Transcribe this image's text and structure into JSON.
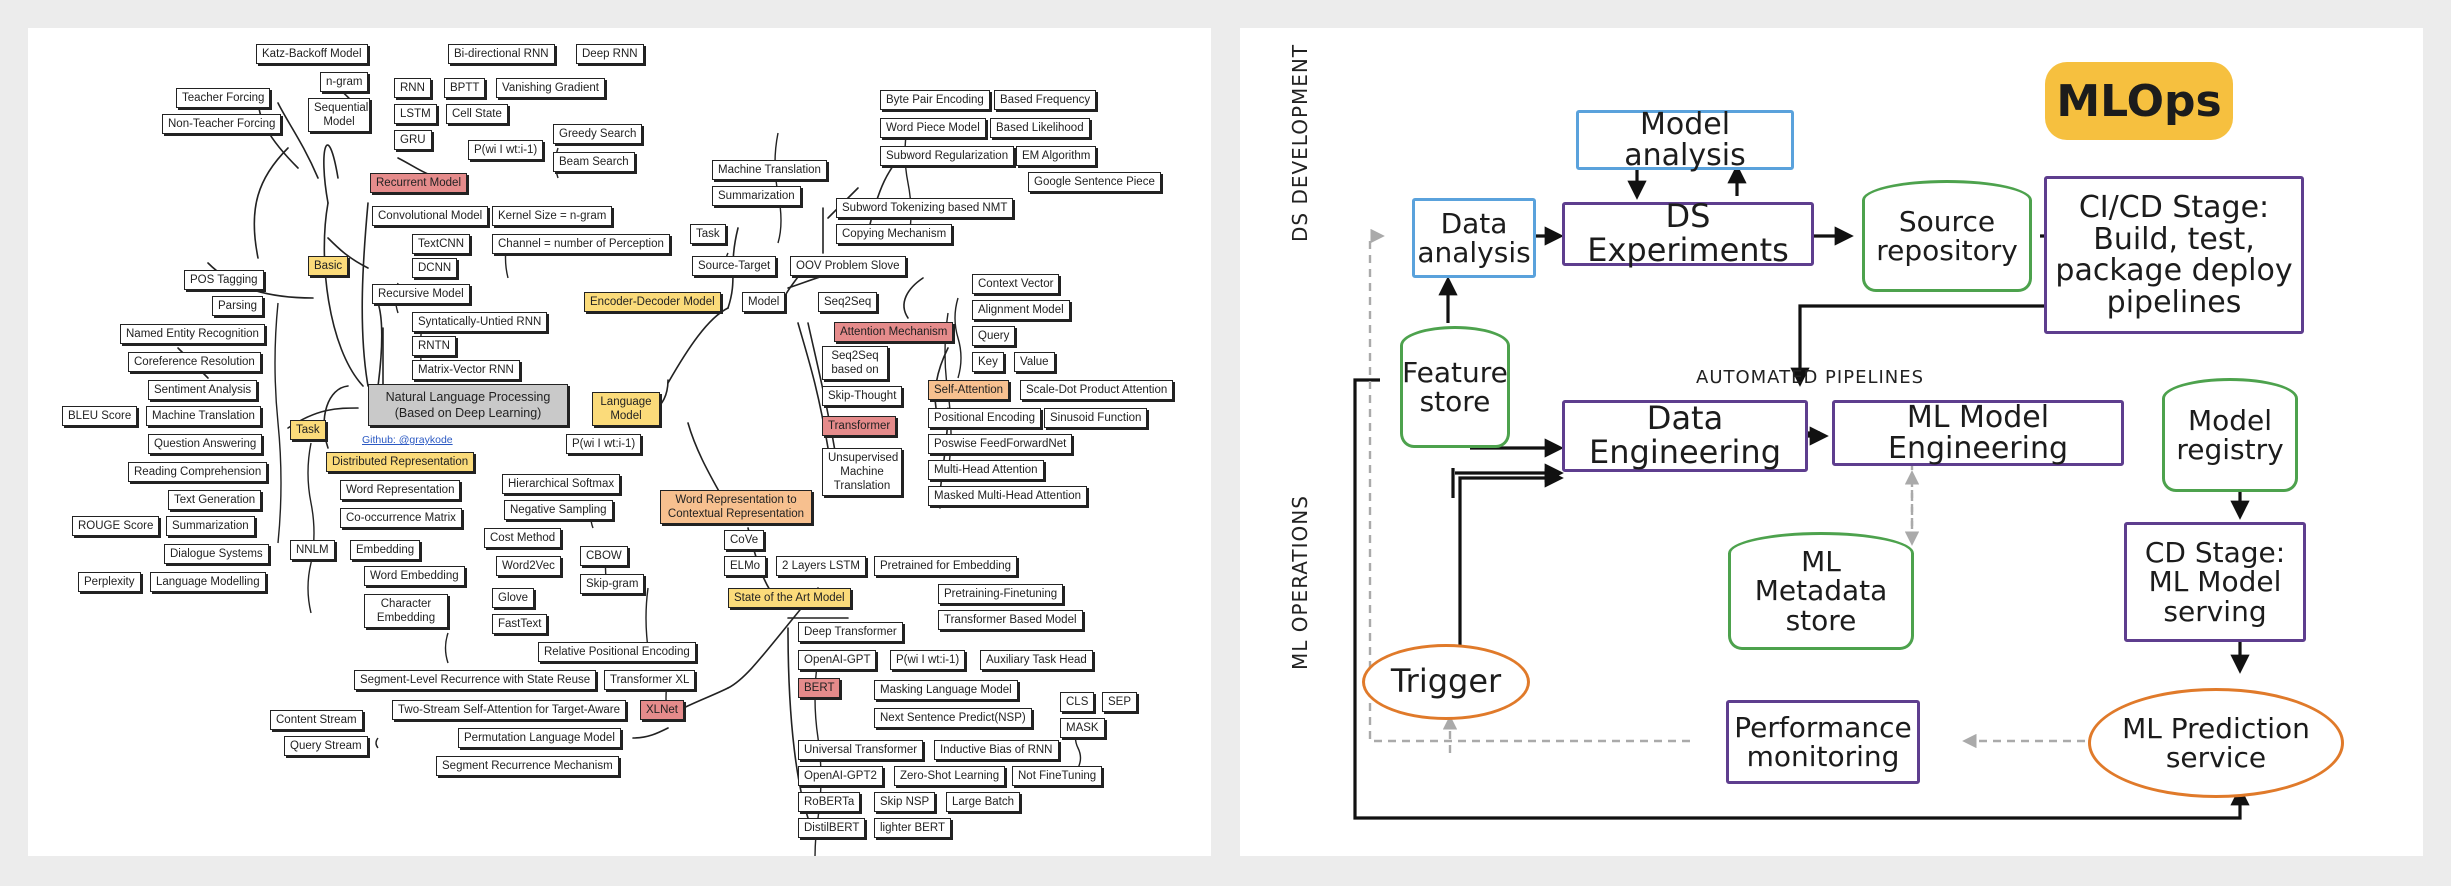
{
  "left": {
    "nodes": {
      "katz": "Katz-Backoff Model",
      "birnn": "Bi-directional RNN",
      "deeprnn": "Deep RNN",
      "ngram": "n-gram",
      "rnn": "RNN",
      "bptt": "BPTT",
      "vanish": "Vanishing Gradient",
      "teacher": "Teacher Forcing",
      "seqmodel": "Sequential Model",
      "lstm": "LSTM",
      "cellstate": "Cell State",
      "nonteacher": "Non-Teacher Forcing",
      "gru": "GRU",
      "pw": "P(wi I wt:i-1)",
      "greedy": "Greedy Search",
      "beam": "Beam Search",
      "recurrent": "Recurrent Model",
      "conv": "Convolutional Model",
      "kernel": "Kernel Size = n-gram",
      "textcnn": "TextCNN",
      "channel": "Channel = number of Perception",
      "dcnn": "DCNN",
      "basic": "Basic",
      "recursive": "Recursive Model",
      "sutrnn": "Syntatically-Untied RNN",
      "rntn": "RNTN",
      "mvrnn": "Matrix-Vector RNN",
      "pos": "POS Tagging",
      "parsing": "Parsing",
      "ner": "Named Entity Recognition",
      "coref": "Coreference Resolution",
      "sentiment": "Sentiment Analysis",
      "bleu": "BLEU Score",
      "mt": "Machine Translation",
      "qa": "Question Answering",
      "reading": "Reading Comprehension",
      "textgen": "Text Generation",
      "rouge": "ROUGE Score",
      "summ": "Summarization",
      "dialogue": "Dialogue Systems",
      "perplexity": "Perplexity",
      "lm": "Language Modelling",
      "task_left": "Task",
      "nlp": "Natural Language Processing (Based on Deep Learning)",
      "distrep": "Distributed Representation",
      "wordrep": "Word Representation",
      "cooc": "Co-occurrence Matrix",
      "nnlm": "NNLM",
      "embedding": "Embedding",
      "wordembedding": "Word Embedding",
      "charembedding": "Character Embedding",
      "hsoftmax": "Hierarchical Softmax",
      "negsampling": "Negative Sampling",
      "costmethod": "Cost Method",
      "word2vec": "Word2Vec",
      "cbow": "CBOW",
      "skipgram": "Skip-gram",
      "glove": "Glove",
      "fasttext": "FastText",
      "langmodel": "Language Model",
      "pw2": "P(wi I wt:i-1)",
      "encdec": "Encoder-Decoder Model",
      "model": "Model",
      "task_mid": "Task",
      "machtrans": "Machine Translation",
      "summ2": "Summarization",
      "srctgt": "Source-Target",
      "oov": "OOV Problem Slove",
      "bpe": "Byte Pair Encoding",
      "basedfreq": "Based Frequency",
      "wordpiece": "Word Piece Model",
      "basedlike": "Based Likelihood",
      "subreg": "Subword Regularization",
      "em": "EM Algorithm",
      "gsp": "Google Sentence Piece",
      "subnmt": "Subword Tokenizing based NMT",
      "copying": "Copying Mechanism",
      "seq2seq": "Seq2Seq",
      "attention": "Attention Mechanism",
      "ctxvec": "Context Vector",
      "align": "Alignment Model",
      "query": "Query",
      "key": "Key",
      "value": "Value",
      "seq2seqbased": "Seq2Seq based on",
      "skipthought": "Skip-Thought",
      "selfatt": "Self-Attention",
      "scaledot": "Scale-Dot Product Attention",
      "transformer": "Transformer",
      "posenc": "Positional Encoding",
      "sinusoid": "Sinusoid Function",
      "poswise": "Poswise FeedForwardNet",
      "umt": "Unsupervised Machine Translation",
      "multihead": "Multi-Head Attention",
      "masked": "Masked Multi-Head Attention",
      "wordrepctx": "Word Representation to Contextual Representation",
      "cove": "CoVe",
      "elmo": "ELMo",
      "lstm2": "2 Layers LSTM",
      "pretrained": "Pretrained for Embedding",
      "sota": "State of the Art Model",
      "pretrainfine": "Pretraining-Finetuning",
      "transbased": "Transformer Based Model",
      "relpos": "Relative Positional Encoding",
      "deeptrans": "Deep Transformer",
      "segrec": "Segment-Level Recurrence with State Reuse",
      "transxl": "Transformer XL",
      "openaigpt": "OpenAI-GPT",
      "pw3": "P(wi I wt:i-1)",
      "auxtask": "Auxiliary Task Head",
      "bert": "BERT",
      "masklm": "Masking Language Model",
      "cls": "CLS",
      "sep": "SEP",
      "content": "Content Stream",
      "twostream": "Two-Stream Self-Attention for Target-Aware",
      "xlnet": "XLNet",
      "nsp": "Next Sentence Predict(NSP)",
      "mask": "MASK",
      "querystream": "Query Stream",
      "permlm": "Permutation Language Model",
      "segrecmech": "Segment Recurrence Mechanism",
      "univtrans": "Universal Transformer",
      "inductive": "Inductive Bias of RNN",
      "openaigpt2": "OpenAI-GPT2",
      "zeroshot": "Zero-Shot Learning",
      "notfine": "Not FineTuning",
      "roberta": "RoBERTa",
      "skipnsp": "Skip NSP",
      "largebatch": "Large Batch",
      "distilbert": "DistilBERT",
      "lighterbert": "lighter BERT"
    },
    "github_link": "Github: @graykode"
  },
  "right": {
    "badge": "MLOps",
    "side_labels": {
      "ds_dev": "DS DEVELOPMENT",
      "ml_ops": "ML OPERATIONS"
    },
    "automated_pipelines": "AUTOMATED PIPELINES",
    "boxes": {
      "model_analysis": "Model analysis",
      "data_analysis": "Data analysis",
      "ds_experiments": "DS Experiments",
      "source_repo": "Source repository",
      "cicd": "CI/CD Stage: Build, test, package deploy pipelines",
      "feature_store": "Feature store",
      "data_eng": "Data Engineering",
      "ml_model_eng": "ML Model Engineering",
      "model_registry": "Model registry",
      "ml_metadata": "ML Metadata store",
      "cd_stage": "CD Stage: ML Model serving",
      "trigger": "Trigger",
      "perf_mon": "Performance monitoring",
      "ml_pred": "ML Prediction service"
    }
  },
  "colors": {
    "yellow": "#fbdb7a",
    "red": "#e58b8b",
    "orange": "#f7c08f",
    "gray": "#c9c9c9",
    "blue": "#5aa2dc",
    "purple": "#5e3e8e",
    "green": "#4da24d",
    "mlops_orange": "#e07a2a",
    "badge": "#f6c03f"
  }
}
